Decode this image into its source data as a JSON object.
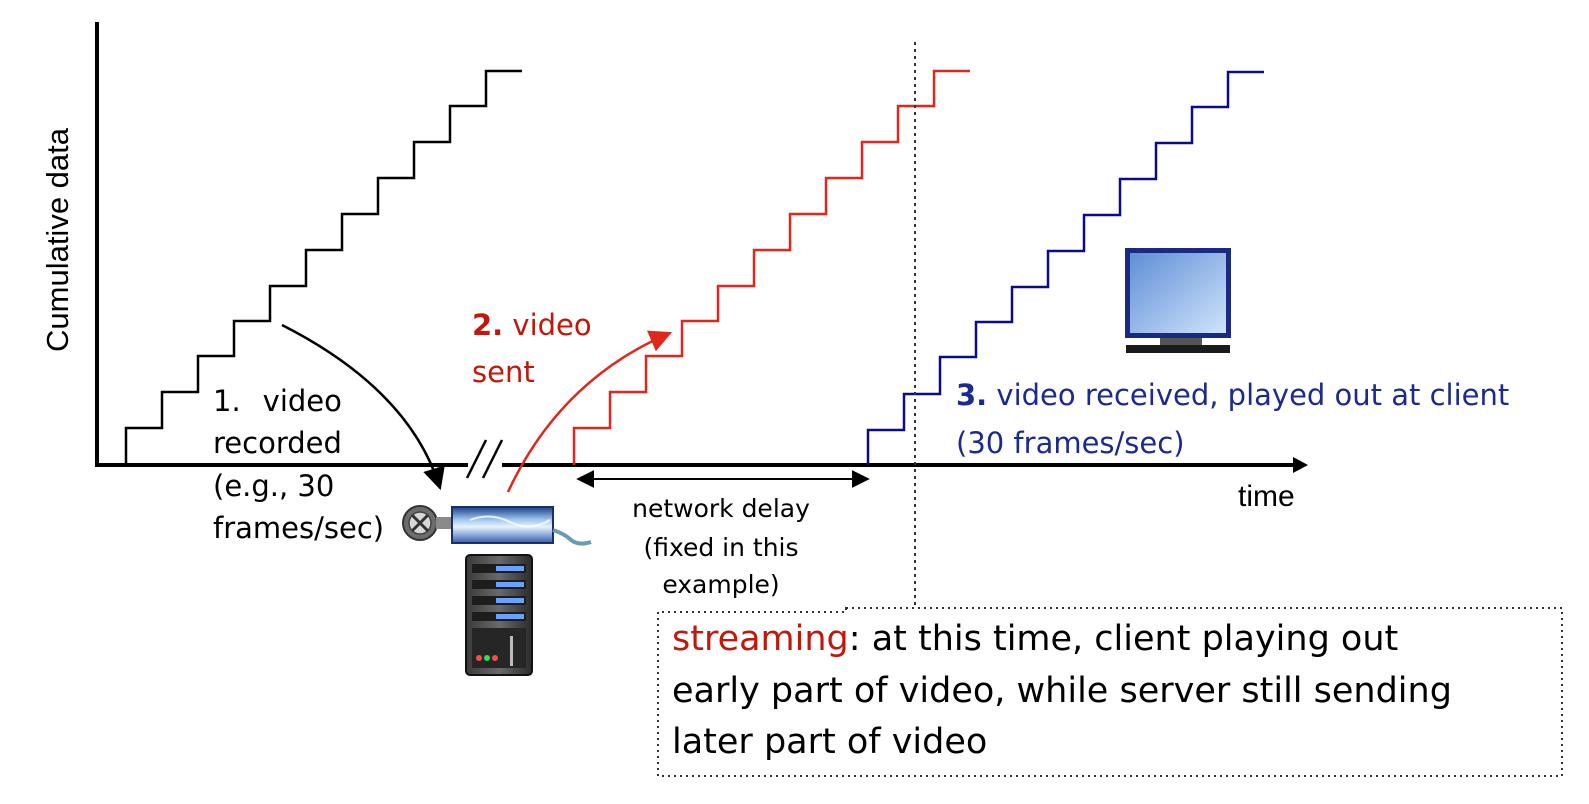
{
  "axis": {
    "y_label": "Cumulative data",
    "x_label": "time"
  },
  "labels": {
    "recorded": {
      "line1_number": "1.",
      "line1_text": "video",
      "line2": "recorded",
      "line3": "(e.g., 30",
      "line4": "frames/sec)"
    },
    "sent": {
      "number": "2.",
      "line1_text": " video",
      "line2": "sent"
    },
    "received": {
      "number": "3.",
      "line1_text": " video received, played out at client",
      "line2": "(30 frames/sec)"
    },
    "network_delay": {
      "line1": "network delay",
      "line2": "(fixed in this",
      "line3": "example)"
    }
  },
  "note": {
    "keyword": "streaming",
    "line1_rest": ": at this time, client  playing out",
    "line2": "early part of video, while server still sending",
    "line3": "later part of video"
  },
  "colors": {
    "recorded": "#000000",
    "sent": "#e0271b",
    "sent_label": "#c1180b",
    "received": "#0a0a8c",
    "received_label": "#1b2a8f"
  },
  "icons": [
    "film-reel-icon",
    "video-clip-icon",
    "server-icon",
    "monitor-icon"
  ]
}
